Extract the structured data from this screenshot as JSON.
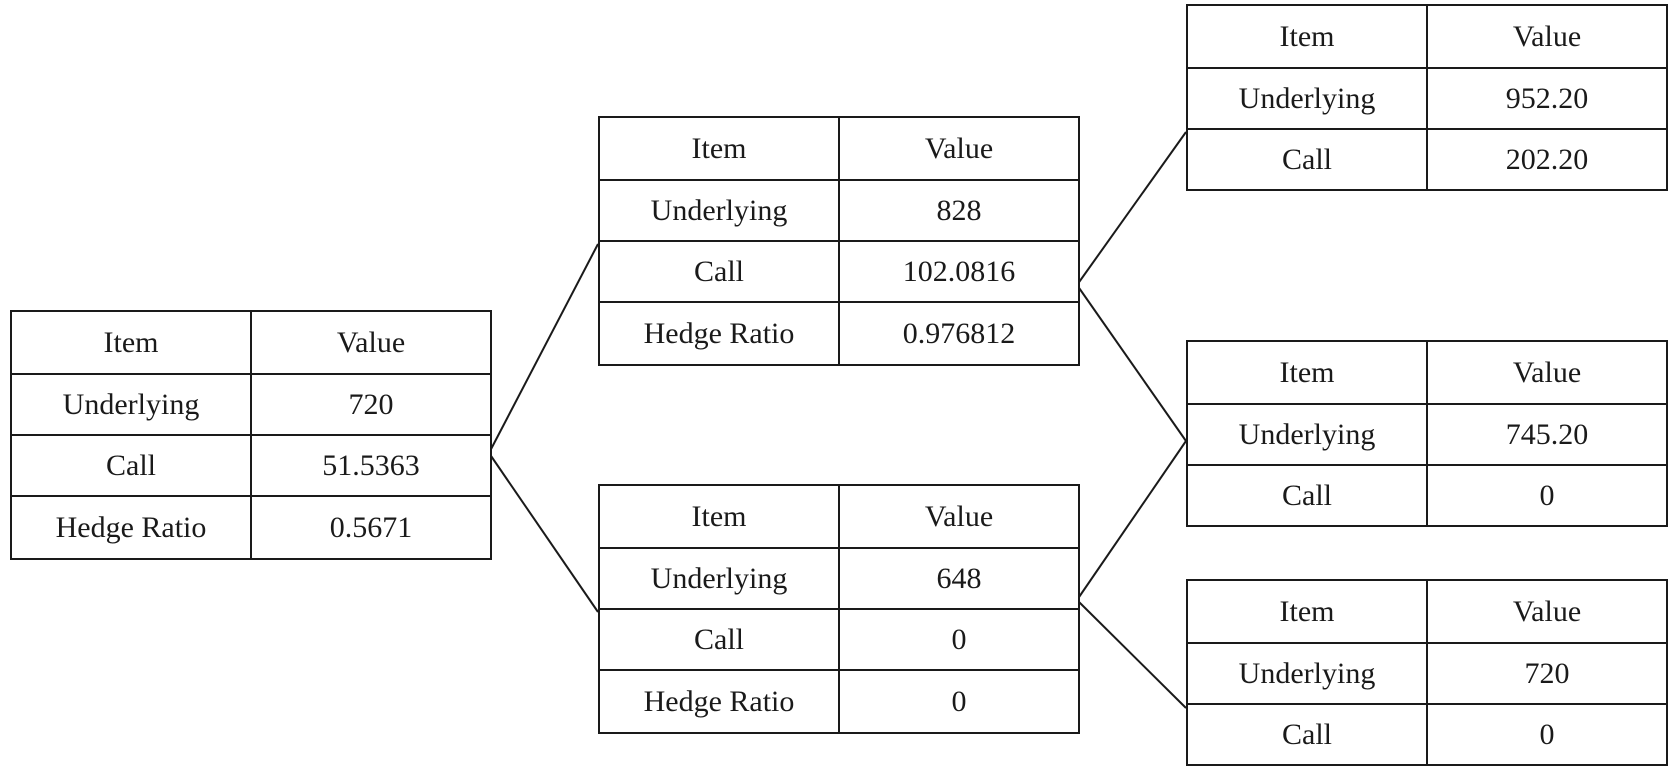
{
  "header": {
    "item": "Item",
    "value": "Value"
  },
  "labels": {
    "underlying": "Underlying",
    "call": "Call",
    "hedge_ratio": "Hedge Ratio"
  },
  "nodes": {
    "root": {
      "underlying": "720",
      "call": "51.5363",
      "hedge_ratio": "0.5671"
    },
    "up": {
      "underlying": "828",
      "call": "102.0816",
      "hedge_ratio": "0.976812"
    },
    "down": {
      "underlying": "648",
      "call": "0",
      "hedge_ratio": "0"
    },
    "upup": {
      "underlying": "952.20",
      "call": "202.20"
    },
    "updown": {
      "underlying": "745.20",
      "call": "0"
    },
    "downdown": {
      "underlying": "720",
      "call": "0"
    }
  }
}
